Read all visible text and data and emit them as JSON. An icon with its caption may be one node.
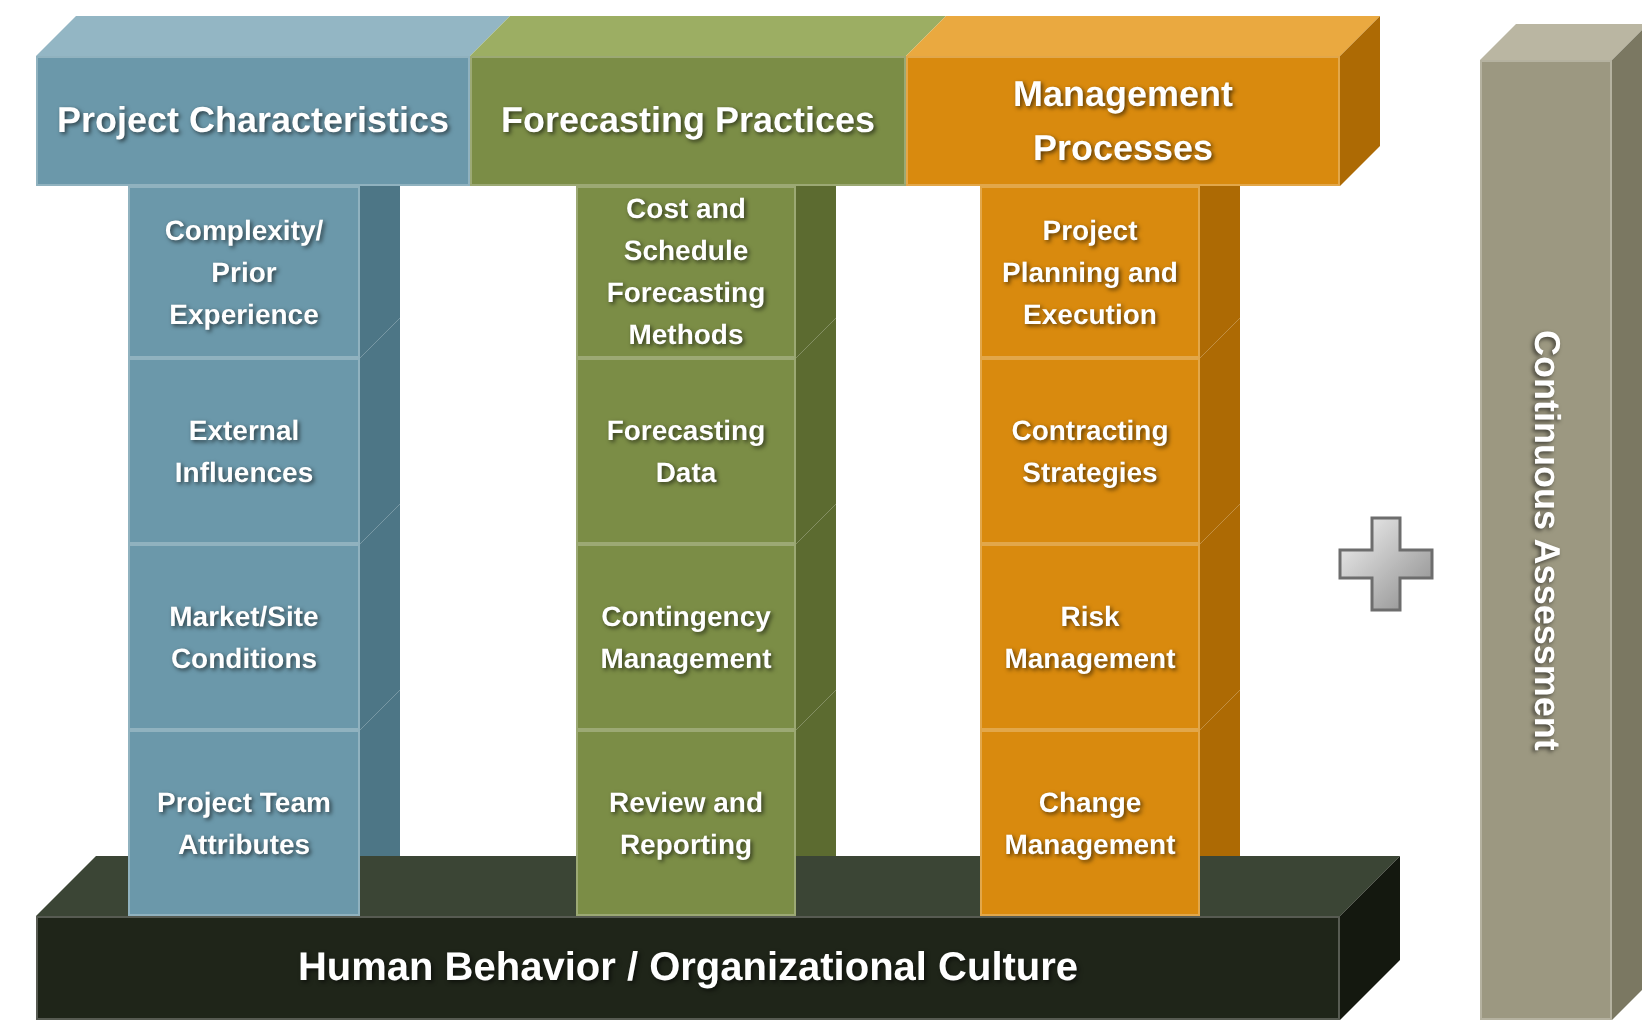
{
  "diagram": {
    "nodes": [
      {
        "text": [
          "Project Characteristics"
        ]
      },
      {
        "text": [
          "Forecasting Practices"
        ]
      },
      {
        "text": [
          "Management Processes"
        ]
      },
      {
        "text": [
          "Complexity/ Prior Experience"
        ]
      },
      {
        "text": [
          "External Influences"
        ]
      },
      {
        "text": [
          "Market/Site Conditions"
        ]
      },
      {
        "text": [
          "Project Team Attributes"
        ]
      },
      {
        "text": [
          "Cost and Schedule Forecasting Methods"
        ]
      },
      {
        "text": [
          "Forecasting Data"
        ]
      },
      {
        "text": [
          "Contingency Management"
        ]
      },
      {
        "text": [
          "Review and Reporting"
        ]
      },
      {
        "text": [
          "Project Planning and Execution"
        ]
      },
      {
        "text": [
          "Contracting Strategies"
        ]
      },
      {
        "text": [
          "Risk Management"
        ]
      },
      {
        "text": [
          "Change Management"
        ]
      },
      {
        "text": [
          "Human Behavior / Organizational Culture"
        ]
      },
      {
        "text": [
          "Continuous Assessment"
        ]
      }
    ]
  }
}
